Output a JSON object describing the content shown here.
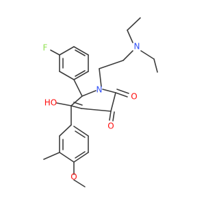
{
  "atoms": {
    "fluorine": "F",
    "nitrogen_amine": "N",
    "nitrogen_ring": "N",
    "oxygen_ketone_upper": "O",
    "oxygen_ketone_lower": "O",
    "oxygen_hydroxyl": "HO",
    "oxygen_methoxy": "O"
  },
  "colors": {
    "bond": "#3c3c3c",
    "nitrogen": "#3050f8",
    "oxygen": "#ff0d0d",
    "fluorine": "#90e050",
    "background": "#ffffff"
  }
}
